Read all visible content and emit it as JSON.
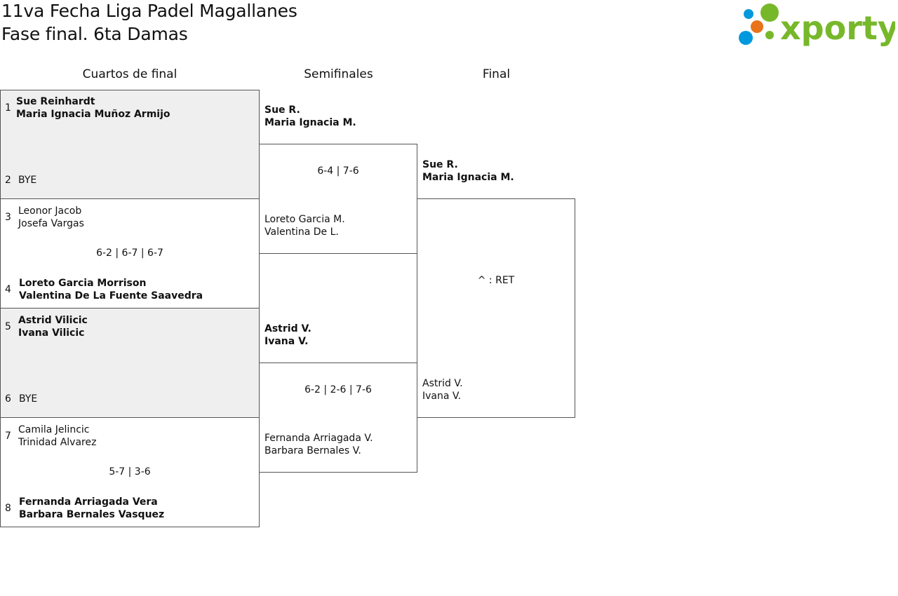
{
  "header": {
    "title_line1": "11va Fecha Liga Padel Magallanes",
    "title_line2": "Fase final. 6ta Damas"
  },
  "logo": {
    "text": "xporty",
    "icon": "xporty-logo-icon",
    "colors": [
      "#0099dd",
      "#77b82a",
      "#e8731a"
    ]
  },
  "columns": [
    "Cuartos de final",
    "Semifinales",
    "Final"
  ],
  "quarterfinals": [
    {
      "top": {
        "seed": "1",
        "players": [
          "Sue Reinhardt",
          "Maria Ignacia Muñoz Armijo"
        ]
      },
      "bottom": {
        "seed": "2",
        "players": [
          "BYE"
        ]
      },
      "score": ""
    },
    {
      "top": {
        "seed": "3",
        "players": [
          "Leonor Jacob",
          "Josefa Vargas"
        ]
      },
      "bottom": {
        "seed": "4",
        "players": [
          "Loreto Garcia Morrison",
          "Valentina De La Fuente Saavedra"
        ]
      },
      "score": "6-2 | 6-7 | 6-7"
    },
    {
      "top": {
        "seed": "5",
        "players": [
          "Astrid Vilicic",
          "Ivana Vilicic"
        ]
      },
      "bottom": {
        "seed": "6",
        "players": [
          "BYE"
        ]
      },
      "score": ""
    },
    {
      "top": {
        "seed": "7",
        "players": [
          "Camila Jelincic",
          "Trinidad Alvarez"
        ]
      },
      "bottom": {
        "seed": "8",
        "players": [
          "Fernanda Arriagada Vera",
          "Barbara Bernales Vasquez"
        ]
      },
      "score": "5-7 | 3-6"
    }
  ],
  "semifinals": [
    {
      "top": [
        "Sue R.",
        "Maria Ignacia M."
      ],
      "bottom": [
        "Loreto Garcia M.",
        "Valentina De L."
      ],
      "score": "6-4 | 7-6"
    },
    {
      "top": [
        "Astrid V.",
        "Ivana V."
      ],
      "bottom": [
        "Fernanda Arriagada V.",
        "Barbara Bernales V."
      ],
      "score": "6-2 | 2-6 | 7-6"
    }
  ],
  "final": {
    "top": [
      "Sue R.",
      "Maria Ignacia M."
    ],
    "bottom": [
      "Astrid V.",
      "Ivana V."
    ],
    "score": "^ : RET"
  }
}
